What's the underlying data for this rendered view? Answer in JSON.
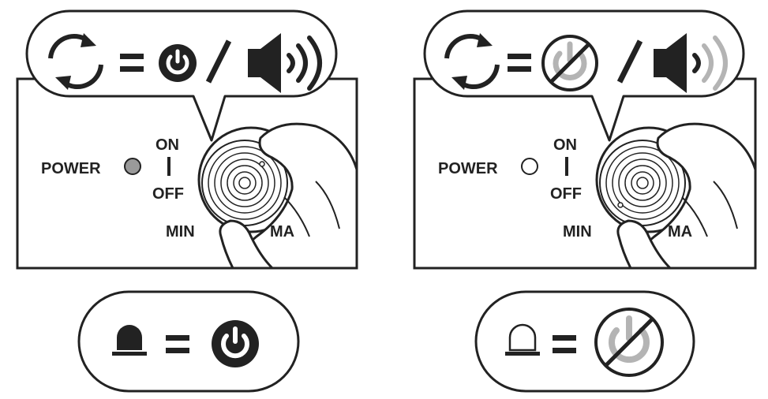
{
  "colors": {
    "ink": "#222222",
    "led_on_fill": "#9a9a9a",
    "disabled_gray": "#b4b4b4",
    "background": "#ffffff"
  },
  "panels": [
    {
      "state": "led-on",
      "labels": {
        "power": "POWER",
        "on": "ON",
        "off": "OFF",
        "min": "MIN",
        "max": "MA"
      },
      "speech_icons": [
        "rotate-arrows-icon",
        "equals-sign",
        "power-icon",
        "slash",
        "speaker-volume-icon"
      ],
      "indicator_icons": [
        "beacon-light-on-icon",
        "equals-sign",
        "power-icon"
      ]
    },
    {
      "state": "led-off",
      "labels": {
        "power": "POWER",
        "on": "ON",
        "off": "OFF",
        "min": "MIN",
        "max": "MA"
      },
      "speech_icons": [
        "rotate-arrows-icon",
        "equals-sign",
        "power-disabled-icon",
        "slash",
        "speaker-volume-icon"
      ],
      "indicator_icons": [
        "beacon-light-off-icon",
        "equals-sign",
        "power-disabled-icon"
      ]
    }
  ]
}
